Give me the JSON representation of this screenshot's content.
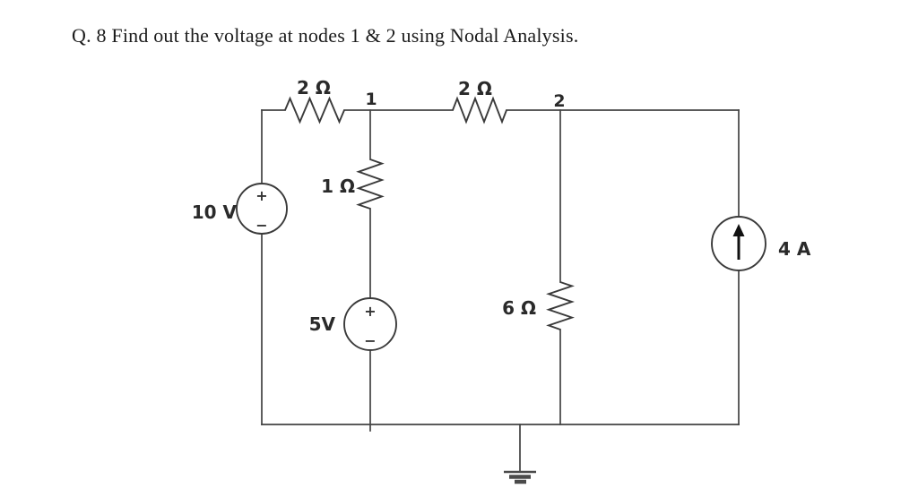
{
  "page": {
    "background": "#ffffff",
    "line_color": "#424242",
    "label_color": "#2a2a2a"
  },
  "title": "Q. 8 Find out the voltage at nodes 1 & 2 using Nodal Analysis.",
  "circuit": {
    "labels": {
      "resistor_top_left": "2 Ω",
      "resistor_top_right": "2 Ω",
      "node1": "1",
      "node2": "2",
      "resistor_middle": "1 Ω",
      "resistor_right_branch": "6 Ω",
      "voltage_source_left": "10 V",
      "voltage_source_middle": "5V",
      "current_source_right": "4 A",
      "vs_left_plus": "+",
      "vs_left_minus": "−",
      "vs_mid_plus": "+",
      "vs_mid_minus": "−"
    },
    "components": [
      {
        "name": "resistor-2ohm-top-left",
        "value": "2 Ω",
        "between": [
          "left-rail",
          "node-1"
        ]
      },
      {
        "name": "resistor-2ohm-top-right",
        "value": "2 Ω",
        "between": [
          "node-1",
          "node-2"
        ]
      },
      {
        "name": "resistor-1ohm-middle",
        "value": "1 Ω",
        "between": [
          "node-1",
          "5V-source"
        ]
      },
      {
        "name": "resistor-6ohm-right",
        "value": "6 Ω",
        "between": [
          "node-2",
          "ground-rail"
        ]
      },
      {
        "name": "voltage-source-10V",
        "value": "10 V",
        "between": [
          "top-left",
          "ground-rail"
        ]
      },
      {
        "name": "voltage-source-5V",
        "value": "5V",
        "between": [
          "1ohm-resistor",
          "ground-rail"
        ]
      },
      {
        "name": "current-source-4A",
        "value": "4 A",
        "between": [
          "ground-rail",
          "top-right"
        ]
      }
    ]
  }
}
